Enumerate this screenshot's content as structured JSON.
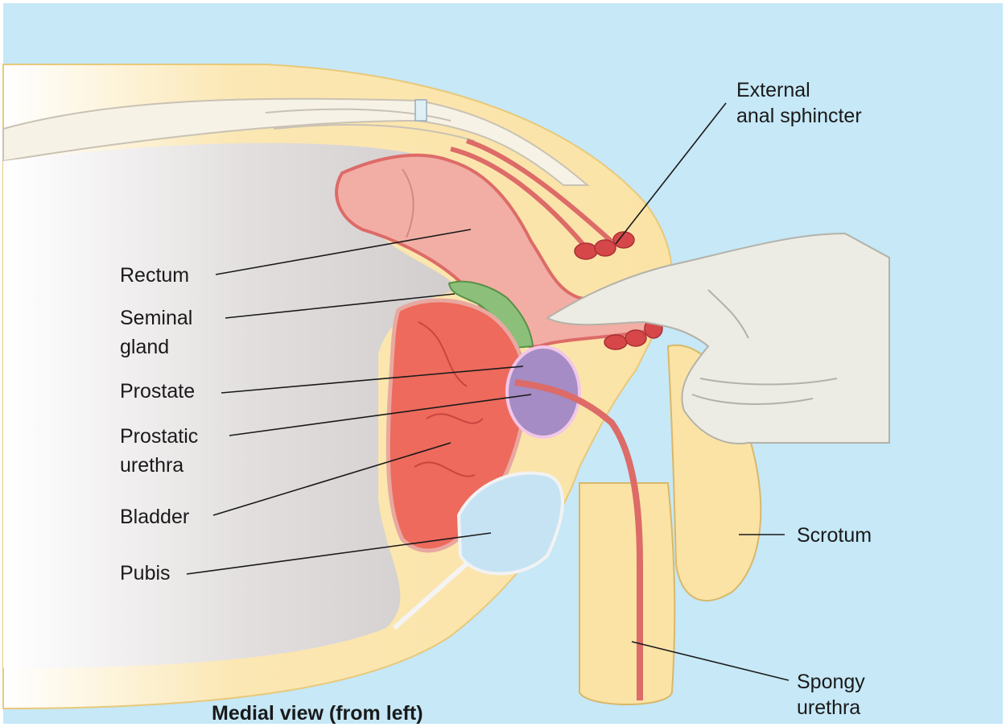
{
  "labels": {
    "external_anal_sphincter": [
      "External",
      "anal sphincter"
    ],
    "rectum": "Rectum",
    "seminal_gland": [
      "Seminal",
      "gland"
    ],
    "prostate": "Prostate",
    "prostatic_urethra": [
      "Prostatic",
      "urethra"
    ],
    "bladder": "Bladder",
    "pubis": "Pubis",
    "scrotum": "Scrotum",
    "spongy_urethra": [
      "Spongy",
      "urethra"
    ]
  },
  "caption": "Medial view (from left)",
  "colors": {
    "background": "#c6e8f7",
    "body_tissue": "#fbe3a6",
    "rectum": "#f2aea4",
    "rectum_wall": "#dd6b68",
    "bladder": "#ee6a5c",
    "prostate": "#a58cc4",
    "seminal_gland": "#8cc07a",
    "pubis": "#c6e3f4",
    "glove": "#ecebe4",
    "urethra": "#dd6b68",
    "sphincter": "#d6474a"
  }
}
